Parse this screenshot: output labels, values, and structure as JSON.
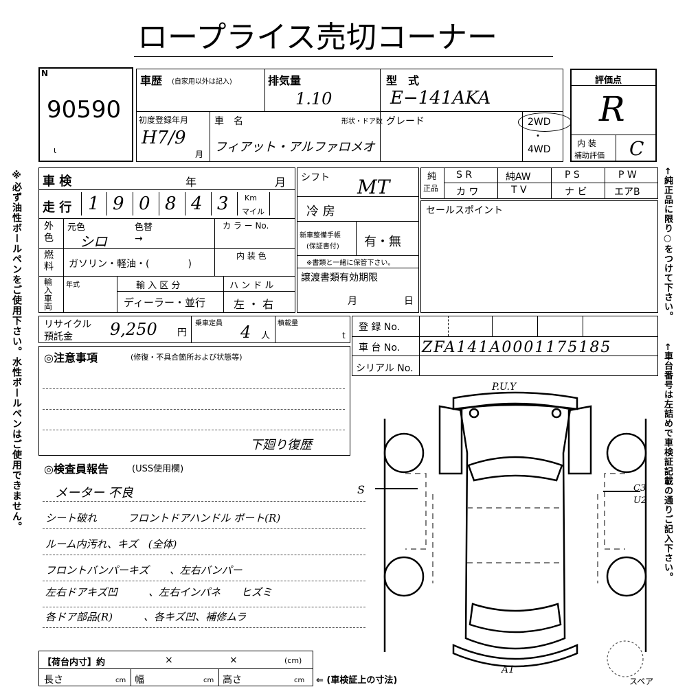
{
  "sheet": {
    "title": "ロープライス売切コーナー",
    "lot_label": "N",
    "lot_number": "90590",
    "lot_sub": "ι"
  },
  "history": {
    "label": "車歴",
    "note": "(自家用以外は記入)"
  },
  "displacement": {
    "label": "排気量",
    "value": "1.10"
  },
  "model": {
    "label": "型　式",
    "value": "E−141AKA"
  },
  "evaluation": {
    "label": "評価点",
    "value": "R",
    "interior_label_1": "内 装",
    "interior_label_2": "補助評価",
    "interior_value": "C"
  },
  "first_reg": {
    "label": "初度登録年月",
    "value": "H7/9",
    "month_unit": "月"
  },
  "car_name": {
    "label": "車　名",
    "value": "フィアット・アルファロメオ"
  },
  "body_type": {
    "label": "形状・ドア数"
  },
  "grade": {
    "label": "グレード"
  },
  "drive": {
    "opt1": "2WD",
    "dot": "・",
    "opt2": "4WD"
  },
  "inspection": {
    "label": "車 検",
    "year": "年",
    "month": "月"
  },
  "mileage": {
    "label": "走 行",
    "digits": [
      "1",
      "9",
      "0",
      "8",
      "4",
      "3"
    ],
    "unit1": "Km",
    "unit2": "マイル"
  },
  "shift": {
    "label": "シフト",
    "value": "MT"
  },
  "ac": {
    "label": "冷 房"
  },
  "equipment": {
    "row1": [
      "純",
      "S R",
      "純AW",
      "P S",
      "P W"
    ],
    "row2": [
      "正品",
      "カ ワ",
      "T V",
      "ナ ビ",
      "エアB"
    ]
  },
  "sales_point": {
    "label": "セールスポイント"
  },
  "color": {
    "outer_label": "外色",
    "original_label": "元色",
    "changed_label": "色替",
    "color_no_label": "カ ラ ー No.",
    "value": "シロ",
    "arrow": "→"
  },
  "fuel": {
    "label": "燃料",
    "options": "ガソリン・軽油・(　　　　)",
    "interior_color_label": "内 装 色"
  },
  "manual": {
    "label_1": "新車整備手帳",
    "label_2": "(保証書付)",
    "value": "有・無",
    "note": "※書類と一緒に保管下さい。"
  },
  "import": {
    "label": "輸入車両",
    "year_label": "年式",
    "class_label": "輸 入 区 分",
    "class_value": "ディーラー・並行",
    "handle_label": "ハ ン ド ル",
    "handle_value": "左 ・ 右"
  },
  "transfer": {
    "label": "譲渡書類有効期限",
    "month": "月",
    "day": "日"
  },
  "recycle": {
    "label_1": "リサイクル",
    "label_2": "預託金",
    "value": "9,250",
    "unit": "円"
  },
  "capacity": {
    "label": "乗車定員",
    "value": "4",
    "unit": "人"
  },
  "load": {
    "label": "積載量",
    "unit": "t"
  },
  "registration": {
    "reg_label": "登 録 No.",
    "chassis_label": "車 台 No.",
    "chassis_value": "ZFA141A0001175185",
    "serial_label": "シリアル No."
  },
  "notes": {
    "label": "◎注意事項",
    "sub": "(修復・不具合箇所および状態等)",
    "remark": "下廻り復歴"
  },
  "inspector": {
    "label": "◎検査員報告",
    "sub": "(USS使用欄)",
    "lines": [
      "メーター 不良",
      "シート破れ　　　フロントドアハンドル ボート(R)",
      "ルーム内汚れ、キズ　(全体)",
      "フロントバンパーキズ　　、左右バンパー",
      "左右ドアキズ凹　　　、左右インパネ　　ヒズミ",
      "各ドア部品(R)　　　、各キズ凹、補修ムラ"
    ]
  },
  "diagram": {
    "top_mark": "P.U.Y",
    "right_mark_1": "C3",
    "right_mark_2": "U2",
    "left_mark": "S",
    "bottom_mark": "A1",
    "spare": "スペア"
  },
  "cargo": {
    "label": "【荷台内寸】約",
    "x1": "×",
    "x2": "×",
    "unit": "(cm)"
  },
  "dims": {
    "length": "長さ",
    "width": "幅",
    "height": "高さ",
    "unit": "cm",
    "note": "⇐ (車検証上の寸法)"
  },
  "side_left": "※必ず油性ボールペンをご使用下さい。水性ボールペンはご使用できません。",
  "side_right_1": "←純正品に限り○をつけて下さい。",
  "side_right_2": "←車台番号は左詰めで車検証記載の通りご記入下さい。"
}
